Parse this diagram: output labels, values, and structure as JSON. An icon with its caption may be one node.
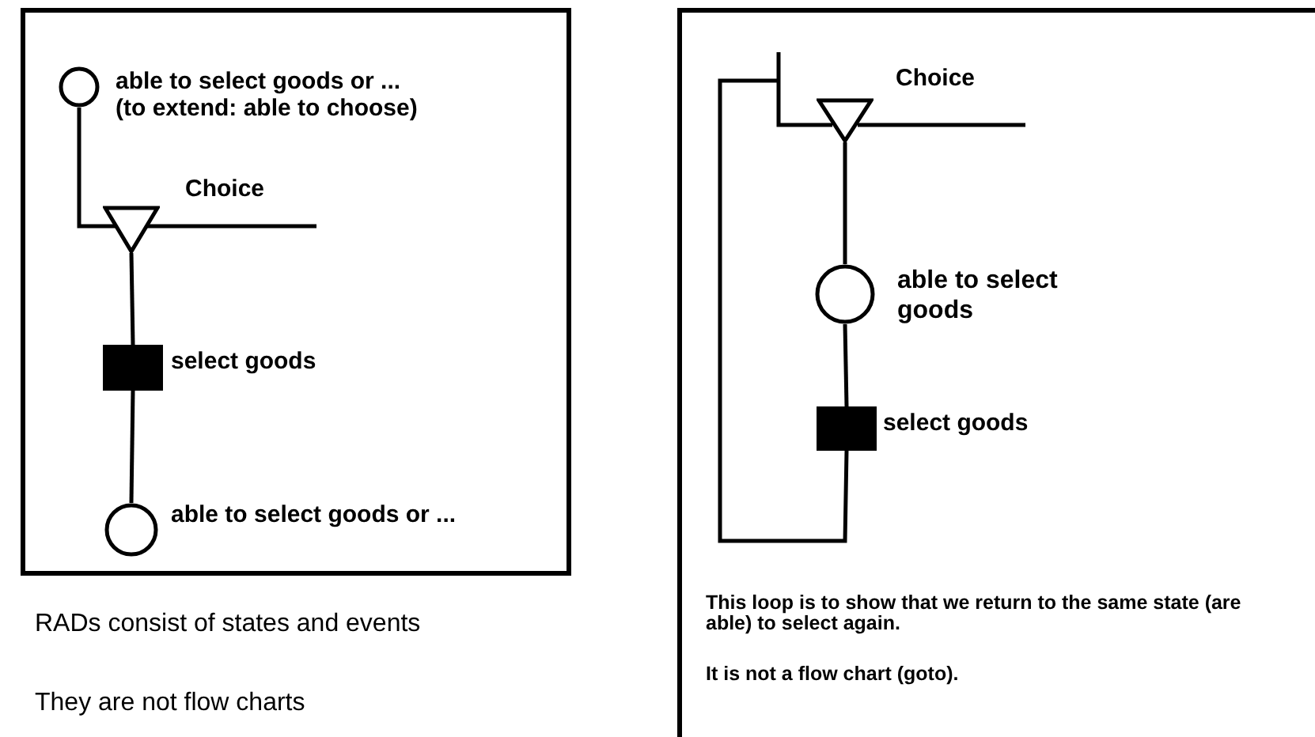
{
  "diagram": {
    "nodes": [
      {
        "text": [],
        "shape": "circle",
        "beside": [
          "able to select goods or ...",
          "(to extend: able to choose)"
        ]
      },
      {
        "text": [],
        "shape": "triangle",
        "beside": [
          "Choice"
        ]
      },
      {
        "text": [],
        "shape": "box",
        "beside": [
          "select goods"
        ]
      },
      {
        "text": [],
        "shape": "circle",
        "beside": [
          "able to select goods or ..."
        ]
      },
      {
        "text": [],
        "shape": "triangle",
        "beside": [
          "Choice"
        ]
      },
      {
        "text": [],
        "shape": "circle",
        "beside": [
          "able to select goods"
        ]
      },
      {
        "text": [],
        "shape": "box",
        "beside": [
          "select goods"
        ]
      }
    ],
    "edges": [
      {
        "from": 0,
        "to": 1,
        "arrow": "none"
      },
      {
        "from": 1,
        "to": null,
        "arrow": "none"
      },
      {
        "from": 1,
        "to": 2,
        "arrow": "none"
      },
      {
        "from": 2,
        "to": 3,
        "arrow": "none"
      },
      {
        "from": 6,
        "to": 4,
        "arrow": "none"
      },
      {
        "from": 4,
        "to": null,
        "arrow": "none"
      },
      {
        "from": 4,
        "to": 5,
        "arrow": "none"
      },
      {
        "from": 5,
        "to": 6,
        "arrow": "none"
      }
    ],
    "labels": [
      "RADs consist of states and events",
      "They are not flow charts",
      "This loop is to show that we return to the same state (are able) to select again.",
      "It is not a flow chart (goto)."
    ]
  }
}
